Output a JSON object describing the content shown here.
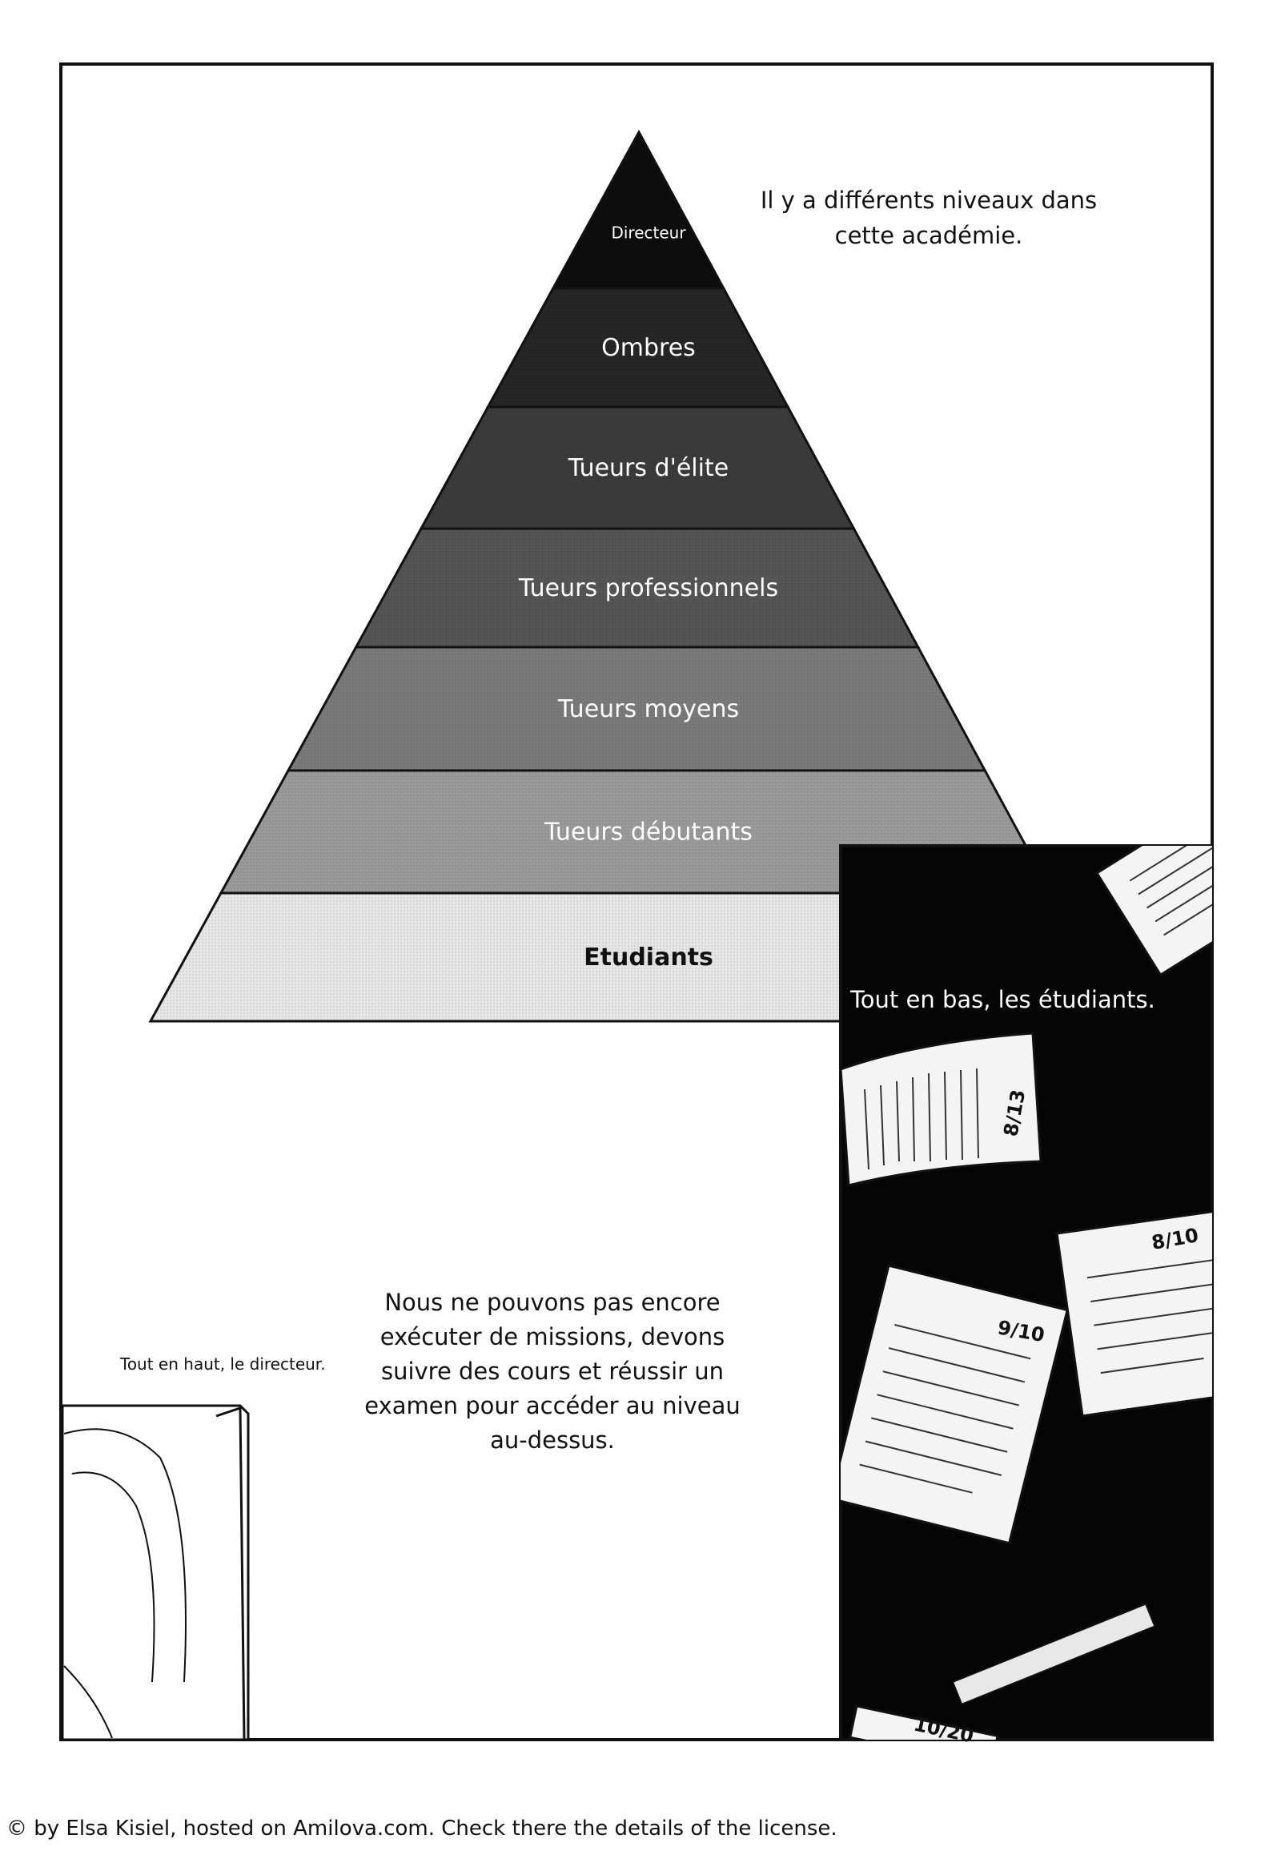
{
  "pyramid": {
    "levels": [
      {
        "label": "Directeur",
        "fill": "#0d0d0d",
        "text_color": "#ffffff"
      },
      {
        "label": "Ombres",
        "fill": "#262626",
        "text_color": "#ffffff"
      },
      {
        "label": "Tueurs d'élite",
        "fill": "#3b3b3b",
        "text_color": "#ffffff"
      },
      {
        "label": "Tueurs professionnels",
        "fill": "#555555",
        "text_color": "#ffffff"
      },
      {
        "label": "Tueurs moyens",
        "fill": "#7a7a7a",
        "text_color": "#ffffff"
      },
      {
        "label": "Tueurs débutants",
        "fill": "#9a9a9a",
        "text_color": "#ffffff"
      },
      {
        "label": "Etudiants",
        "fill": "#e6e6e6",
        "text_color": "#111111"
      }
    ]
  },
  "captions": {
    "levels": "Il y a différents niveaux dans cette académie.",
    "bottom": "Tout en bas, les étudiants.",
    "top": "Tout en haut, le directeur.",
    "missions": "Nous ne pouvons pas encore exécuter de missions, devons suivre des cours et réussir un examen pour accéder au niveau au-dessus."
  },
  "papers": {
    "grades": [
      "8/13",
      "8/10",
      "9/10",
      "10/20"
    ]
  },
  "credits": "© by Elsa Kisiel, hosted on Amilova.com. Check there the details of the license."
}
